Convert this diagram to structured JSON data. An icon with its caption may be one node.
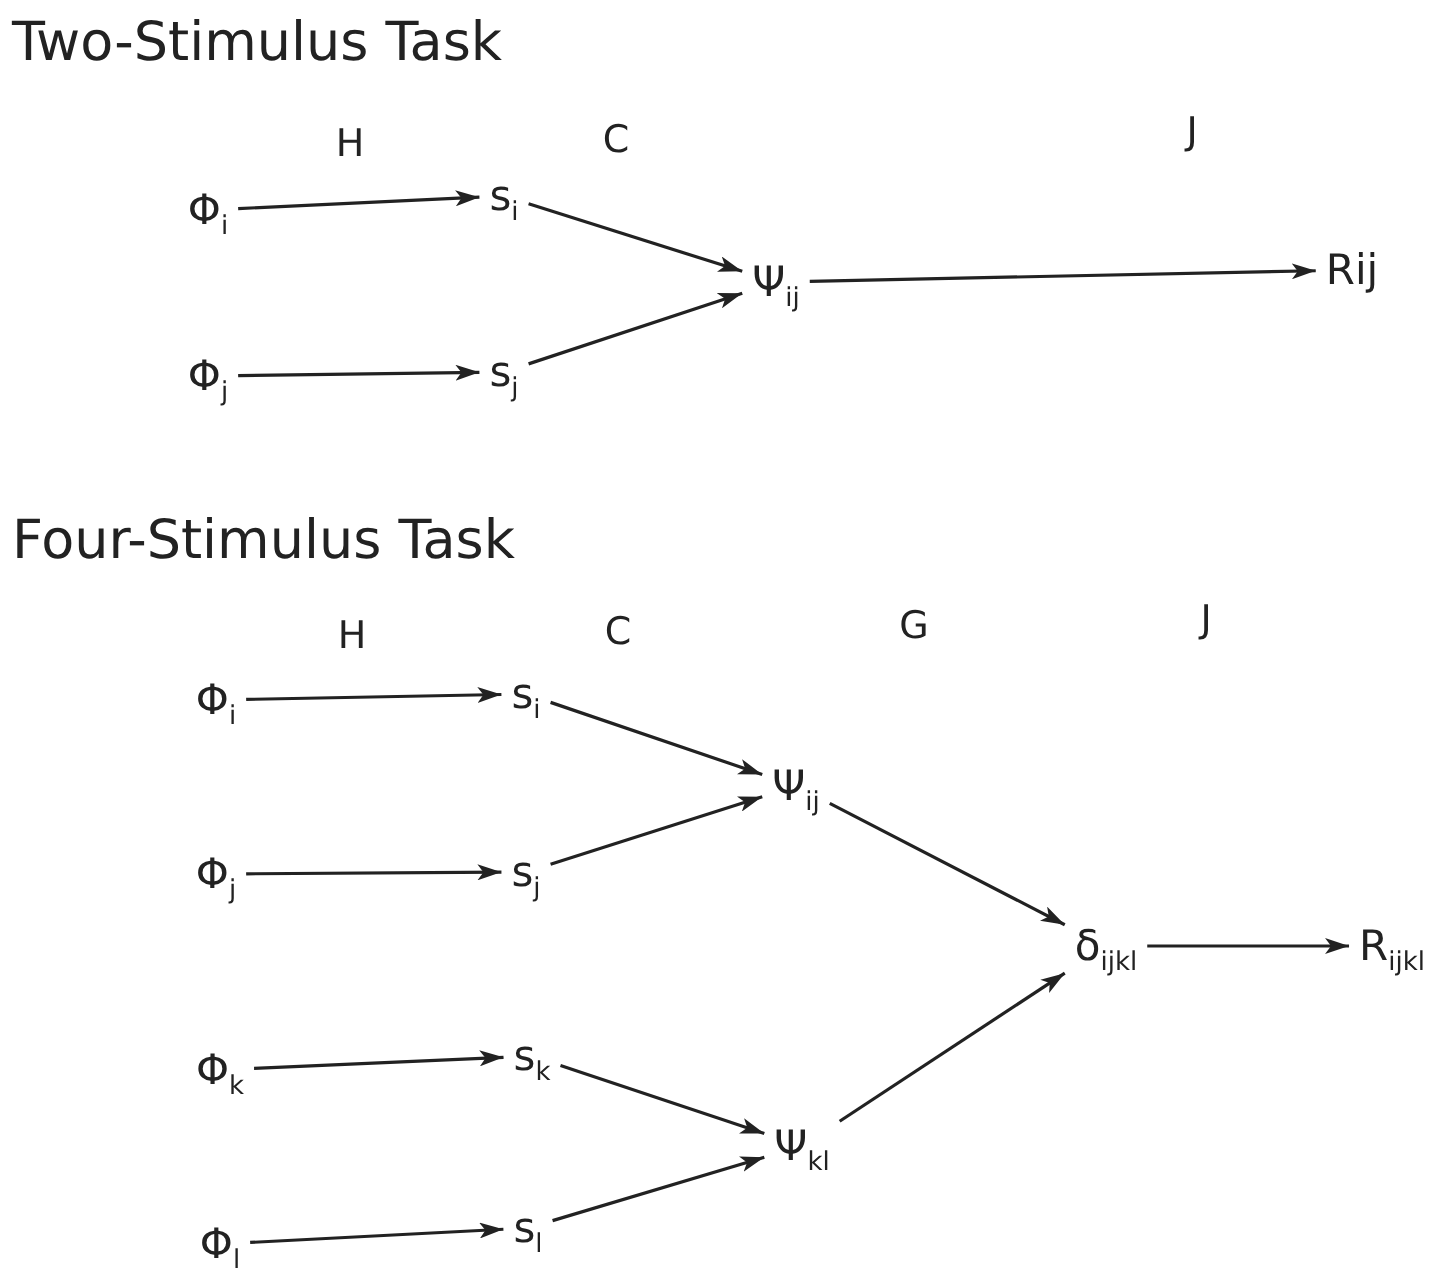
{
  "diagram": {
    "nodes": [
      {
        "text": [
          "Φ$_{i}$"
        ]
      },
      {
        "text": [
          "s$_{i}$"
        ]
      },
      {
        "text": [
          "Ψ$_{ij}$"
        ]
      },
      {
        "text": [
          "Rij"
        ]
      },
      {
        "text": [
          "Φ$_{j}$"
        ]
      },
      {
        "text": [
          "s$_{j}$"
        ]
      },
      {
        "text": [
          "Φ$_{i}$"
        ]
      },
      {
        "text": [
          "s$_{i}$"
        ]
      },
      {
        "text": [
          "Ψ$_{ij}$"
        ]
      },
      {
        "text": [
          "Φ$_{j}$"
        ]
      },
      {
        "text": [
          "s$_{j}$"
        ]
      },
      {
        "text": [
          "δ$_{ijkl}$"
        ]
      },
      {
        "text": [
          "R$_{ijkl}$"
        ]
      },
      {
        "text": [
          "Φ$_{k}$"
        ]
      },
      {
        "text": [
          "s$_{k}$"
        ]
      },
      {
        "text": [
          "Ψ$_{kl}$"
        ]
      },
      {
        "text": [
          "Φ$_{l}$"
        ]
      },
      {
        "text": [
          "s$_{l}$"
        ]
      }
    ],
    "edges": [
      {
        "from": 0,
        "to": 1,
        "arrow": "to"
      },
      {
        "from": 4,
        "to": 5,
        "arrow": "to"
      },
      {
        "from": 1,
        "to": 2,
        "arrow": "to"
      },
      {
        "from": 5,
        "to": 2,
        "arrow": "to"
      },
      {
        "from": 2,
        "to": 3,
        "arrow": "to"
      },
      {
        "from": 6,
        "to": 7,
        "arrow": "to"
      },
      {
        "from": 9,
        "to": 10,
        "arrow": "to"
      },
      {
        "from": 13,
        "to": 14,
        "arrow": "to"
      },
      {
        "from": 16,
        "to": 17,
        "arrow": "to"
      },
      {
        "from": 7,
        "to": 8,
        "arrow": "to"
      },
      {
        "from": 10,
        "to": 8,
        "arrow": "to"
      },
      {
        "from": 14,
        "to": 15,
        "arrow": "to"
      },
      {
        "from": 17,
        "to": 15,
        "arrow": "to"
      },
      {
        "from": 8,
        "to": 11,
        "arrow": "to"
      },
      {
        "from": 15,
        "to": 11,
        "arrow": "to"
      },
      {
        "from": 11,
        "to": 12,
        "arrow": "to"
      }
    ],
    "labels": [
      "Two-Stimulus Task",
      "H",
      "C",
      "J",
      "Four-Stimulus Task",
      "H",
      "C",
      "G",
      "J"
    ]
  }
}
